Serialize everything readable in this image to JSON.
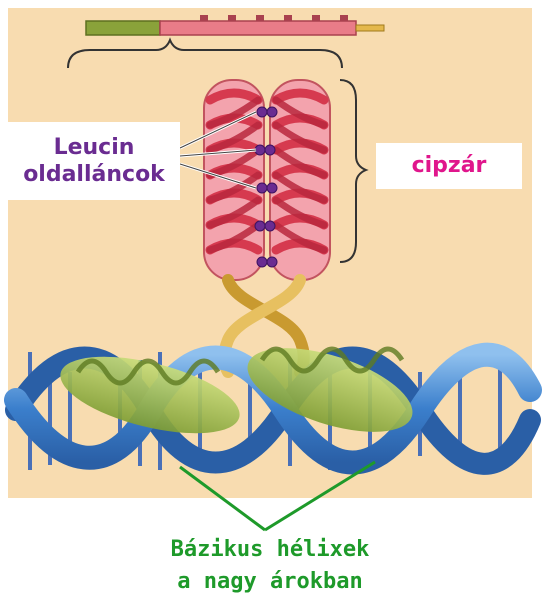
{
  "labels": {
    "leucin_line1": "Leucin",
    "leucin_line2": "oldalláncok",
    "zipper": "cipzár",
    "caption_line1": "Bázikus hélixek",
    "caption_line2": "a nagy árokban"
  },
  "colors": {
    "background_panel": "#f8dcb0",
    "helix_red": "#e85a6a",
    "helix_pink": "#f3a3ad",
    "leucin_purple": "#6a2c91",
    "zipper_magenta": "#e0168c",
    "caption_green": "#1e9a2a",
    "dna_blue": "#4a8fd6",
    "protein_green": "#9cbc4a",
    "linker_yellow": "#e7c060"
  }
}
